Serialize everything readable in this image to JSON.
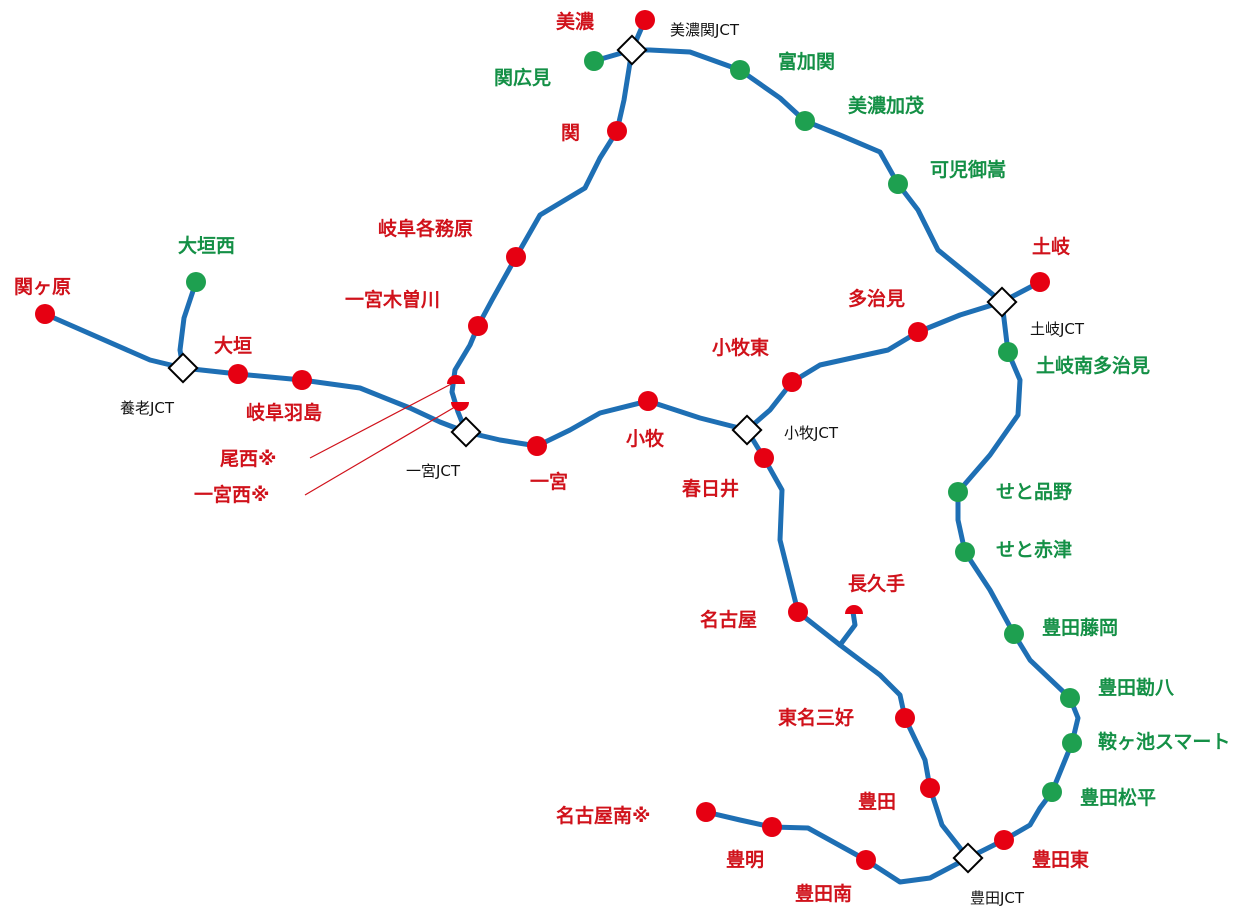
{
  "colors": {
    "route": "#1e6fb4",
    "ic_red": "#e60012",
    "ic_green": "#1ea050",
    "label_red": "#d0121b",
    "label_green": "#149046",
    "jct_text": "#111111",
    "callout_line": "#d0121b"
  },
  "red_ics": [
    {
      "key": "sekigahara",
      "name": "関ヶ原"
    },
    {
      "key": "ogaki",
      "name": "大垣"
    },
    {
      "key": "gifuhashima",
      "name": "岐阜羽島"
    },
    {
      "key": "ichinomiya",
      "name": "一宮"
    },
    {
      "key": "komaki",
      "name": "小牧"
    },
    {
      "key": "kasugai",
      "name": "春日井"
    },
    {
      "key": "komakihigashi",
      "name": "小牧東"
    },
    {
      "key": "tajimi",
      "name": "多治見"
    },
    {
      "key": "toki",
      "name": "土岐"
    },
    {
      "key": "ichinomiyakisogawa",
      "name": "一宮木曽川"
    },
    {
      "key": "gifukakamigahara",
      "name": "岐阜各務原"
    },
    {
      "key": "seki",
      "name": "関"
    },
    {
      "key": "mino",
      "name": "美濃"
    },
    {
      "key": "nagoya",
      "name": "名古屋"
    },
    {
      "key": "tomeimiyoshi",
      "name": "東名三好"
    },
    {
      "key": "toyota",
      "name": "豊田"
    },
    {
      "key": "toyotahigashi",
      "name": "豊田東"
    },
    {
      "key": "toyotaminami",
      "name": "豊田南"
    },
    {
      "key": "toyoake",
      "name": "豊明"
    },
    {
      "key": "nagoyaminami",
      "name": "名古屋南※"
    },
    {
      "key": "nagakute",
      "name": "長久手"
    },
    {
      "key": "bisai",
      "name": "尾西※"
    },
    {
      "key": "ichinomiyanishi",
      "name": "一宮西※"
    }
  ],
  "green_ics": [
    {
      "key": "ogakinishi",
      "name": "大垣西"
    },
    {
      "key": "sekihiromi",
      "name": "関広見"
    },
    {
      "key": "tomika",
      "name": "富加関"
    },
    {
      "key": "minokamo",
      "name": "美濃加茂"
    },
    {
      "key": "kani",
      "name": "可児御嵩"
    },
    {
      "key": "tokiminamitajimi",
      "name": "土岐南多治見"
    },
    {
      "key": "setoshinano",
      "name": "せと品野"
    },
    {
      "key": "setoakazu",
      "name": "せと赤津"
    },
    {
      "key": "toyotafujioka",
      "name": "豊田藤岡"
    },
    {
      "key": "toyotakanpachi",
      "name": "豊田勘八"
    },
    {
      "key": "kuragaike",
      "name": "鞍ヶ池スマート"
    },
    {
      "key": "toyotamatsudaira",
      "name": "豊田松平"
    }
  ],
  "junctions": [
    {
      "key": "yoro",
      "name": "養老JCT"
    },
    {
      "key": "ichinomiya",
      "name": "一宮JCT"
    },
    {
      "key": "komaki",
      "name": "小牧JCT"
    },
    {
      "key": "minoseki",
      "name": "美濃関JCT"
    },
    {
      "key": "toki",
      "name": "土岐JCT"
    },
    {
      "key": "toyota",
      "name": "豊田JCT"
    }
  ]
}
